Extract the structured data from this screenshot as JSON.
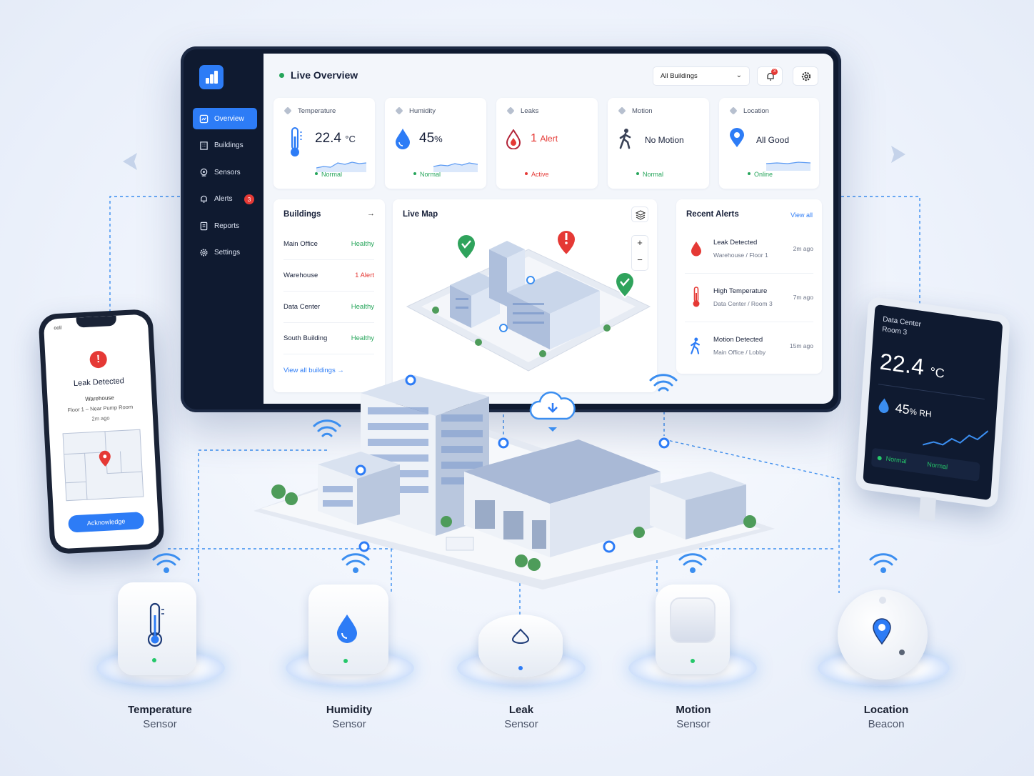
{
  "dashboard": {
    "title": "Live Overview",
    "building_select": "All Buildings",
    "bell_badge": "3",
    "nav": [
      {
        "label": "Overview",
        "active": true
      },
      {
        "label": "Buildings"
      },
      {
        "label": "Sensors"
      },
      {
        "label": "Alerts",
        "badge": "3"
      },
      {
        "label": "Reports"
      },
      {
        "label": "Settings"
      }
    ],
    "metrics": [
      {
        "label": "Temperature",
        "value": "22.4",
        "unit": "°C",
        "status": "Normal"
      },
      {
        "label": "Humidity",
        "value": "45",
        "unit": "%",
        "status": "Normal"
      },
      {
        "label": "Leaks",
        "value": "1",
        "unit": "Alert",
        "status": "Active"
      },
      {
        "label": "Motion",
        "value": "No Motion",
        "status": "Normal"
      },
      {
        "label": "Location",
        "value": "All Good",
        "status": "Online"
      }
    ],
    "buildings": {
      "title": "Buildings",
      "view_all": "View all buildings",
      "rows": [
        {
          "name": "Main Office",
          "status": "Healthy"
        },
        {
          "name": "Warehouse",
          "status": "1 Alert"
        },
        {
          "name": "Data Center",
          "status": "Healthy"
        },
        {
          "name": "South Building",
          "status": "Healthy"
        }
      ]
    },
    "map": {
      "title": "Live Map",
      "zoom_in": "+",
      "zoom_out": "−"
    },
    "alerts": {
      "title": "Recent Alerts",
      "view_all": "View all",
      "rows": [
        {
          "title": "Leak Detected",
          "location": "Warehouse / Floor 1",
          "time": "2m ago"
        },
        {
          "title": "High Temperature",
          "location": "Data Center / Room 3",
          "time": "7m ago"
        },
        {
          "title": "Motion Detected",
          "location": "Main Office / Lobby",
          "time": "15m ago"
        }
      ]
    }
  },
  "phone": {
    "carrier": "ooll",
    "alert_title": "Leak Detected",
    "building": "Warehouse",
    "location": "Floor 1 – Near Pump Room",
    "time": "2m ago",
    "button": "Acknowledge"
  },
  "display": {
    "line1": "Data Center",
    "line2": "Room 3",
    "temp_value": "22.4",
    "temp_unit": "°C",
    "humidity_value": "45",
    "humidity_unit": "% RH",
    "status1": "Normal",
    "status2": "Normal"
  },
  "sensors": [
    {
      "line1": "Temperature",
      "line2": "Sensor"
    },
    {
      "line1": "Humidity",
      "line2": "Sensor"
    },
    {
      "line1": "Leak",
      "line2": "Sensor"
    },
    {
      "line1": "Motion",
      "line2": "Sensor"
    },
    {
      "line1": "Location",
      "line2": "Beacon"
    }
  ],
  "colors": {
    "accent": "#2d7cf6",
    "sidebar": "#0f1a30",
    "healthy": "#25a55a",
    "alert": "#e53935"
  }
}
